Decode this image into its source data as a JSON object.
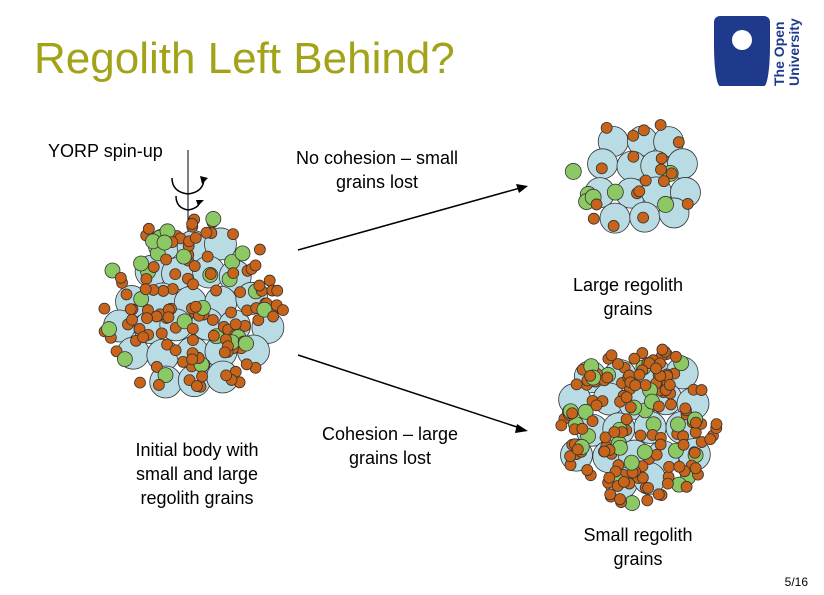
{
  "title": "Regolith Left Behind?",
  "labels": {
    "yorp": "YORP spin-up",
    "no_cohesion": "No cohesion – small grains lost",
    "initial_body": "Initial body with small and large regolith grains",
    "cohesion": "Cohesion – large grains lost",
    "large_grains": "Large regolith grains",
    "small_grains": "Small regolith grains"
  },
  "logo": {
    "line1": "The Open",
    "line2": "University"
  },
  "page_number": "5/16",
  "colors": {
    "title": "#a3a31a",
    "large_grain": "#b9dbe3",
    "small_brown": "#c8641a",
    "small_green": "#8cc864",
    "logo": "#1f3a8c"
  }
}
